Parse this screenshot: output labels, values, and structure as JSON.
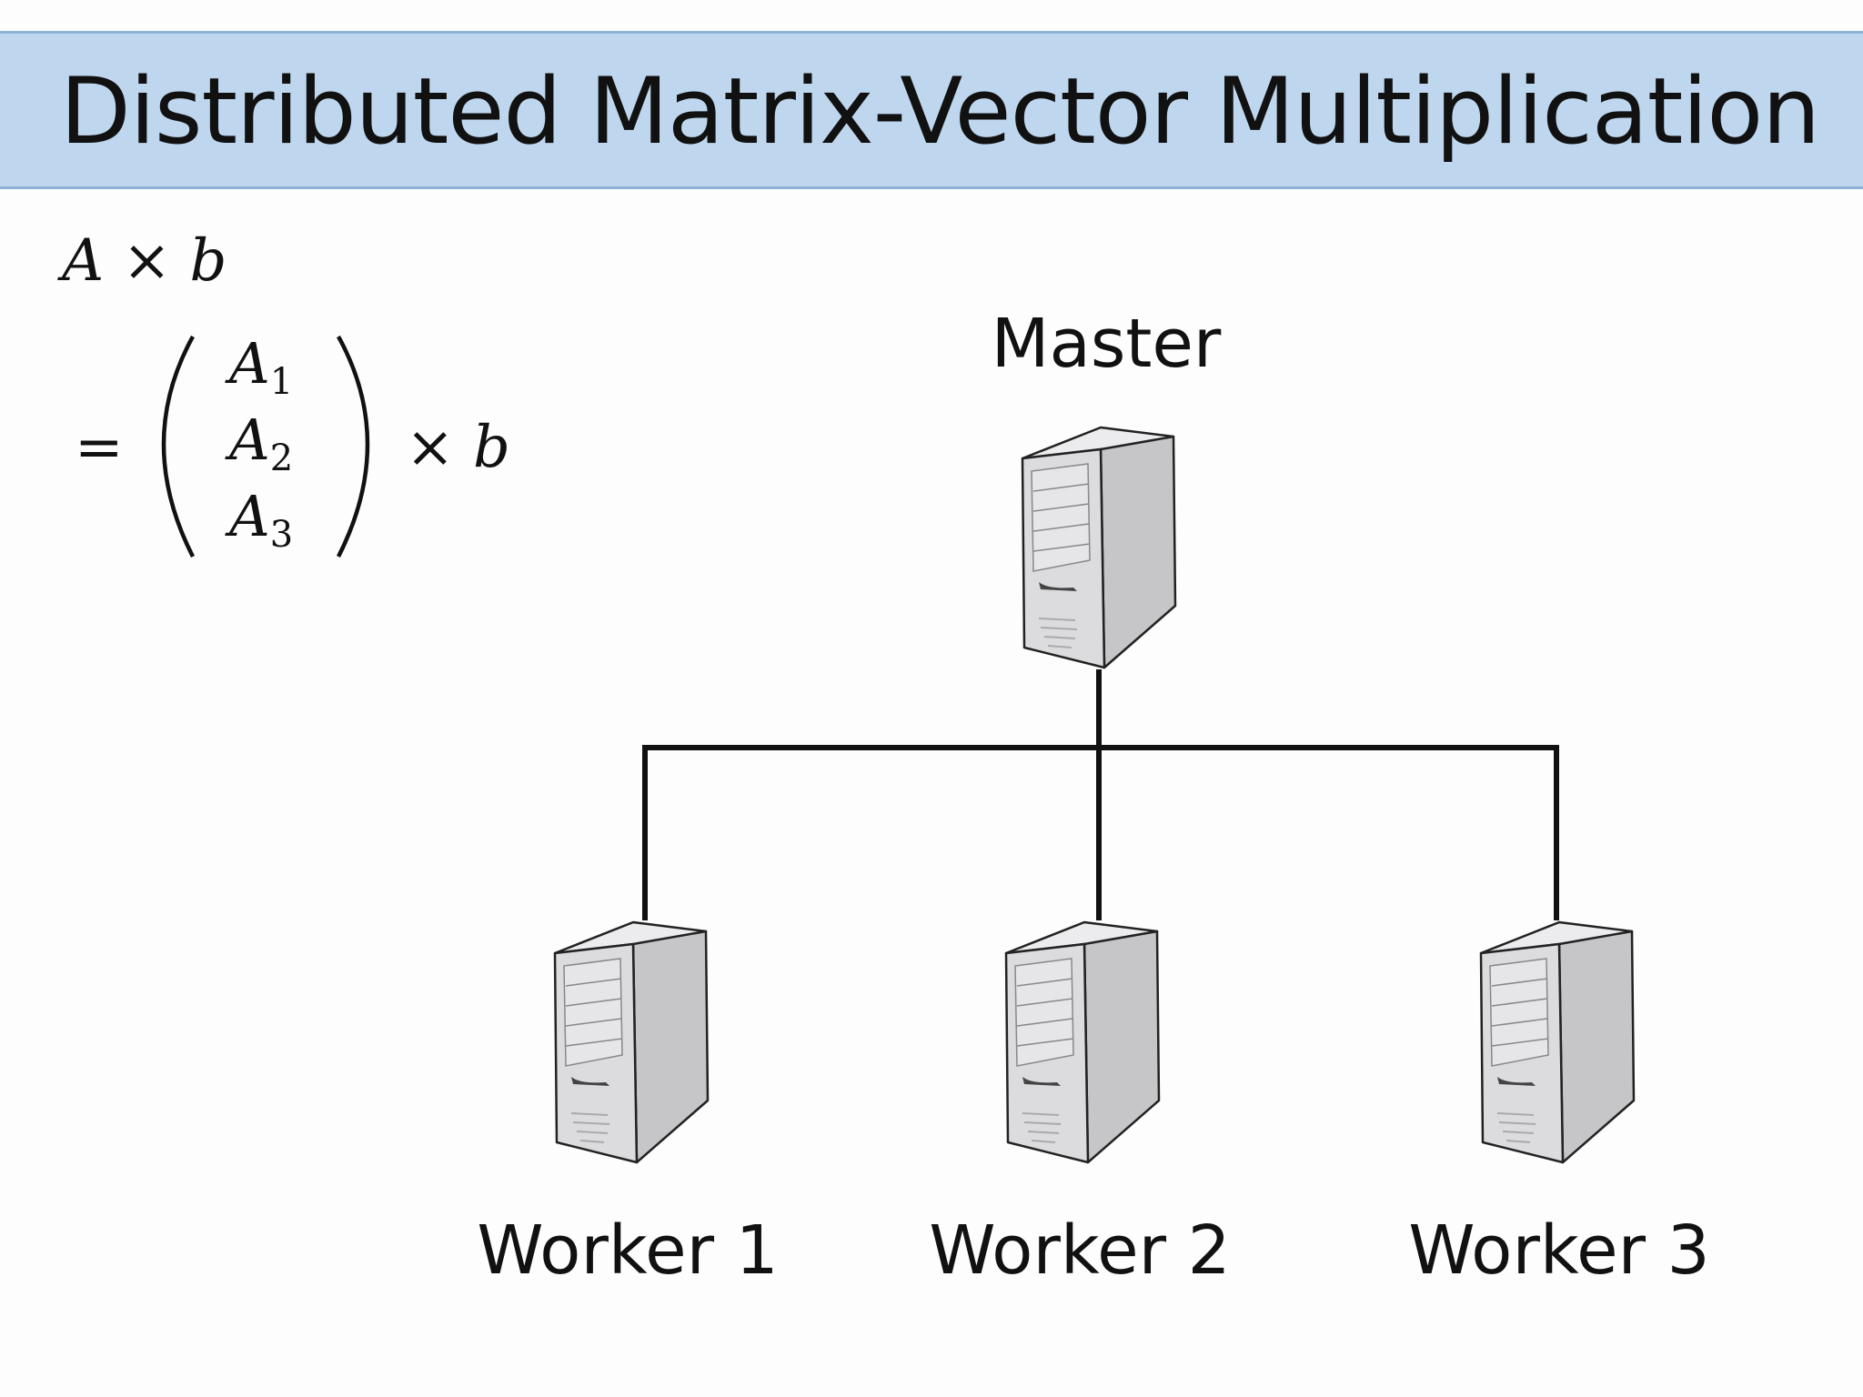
{
  "title": "Distributed Matrix-Vector Multiplication",
  "equation": {
    "A": "A",
    "times": "×",
    "b": "b",
    "equals": "=",
    "rows": [
      {
        "symbol": "A",
        "index": "1"
      },
      {
        "symbol": "A",
        "index": "2"
      },
      {
        "symbol": "A",
        "index": "3"
      }
    ]
  },
  "nodes": {
    "master": "Master",
    "workers": [
      "Worker 1",
      "Worker 2",
      "Worker 3"
    ]
  },
  "colors": {
    "title_bar": "#bfd7ee",
    "title_bar_border": "#8db1d8",
    "server_front": "#dcdcdf",
    "server_side": "#c9c9cc",
    "server_top": "#e8e8ea",
    "link": "#111111"
  },
  "icons": [
    "server-icon"
  ]
}
